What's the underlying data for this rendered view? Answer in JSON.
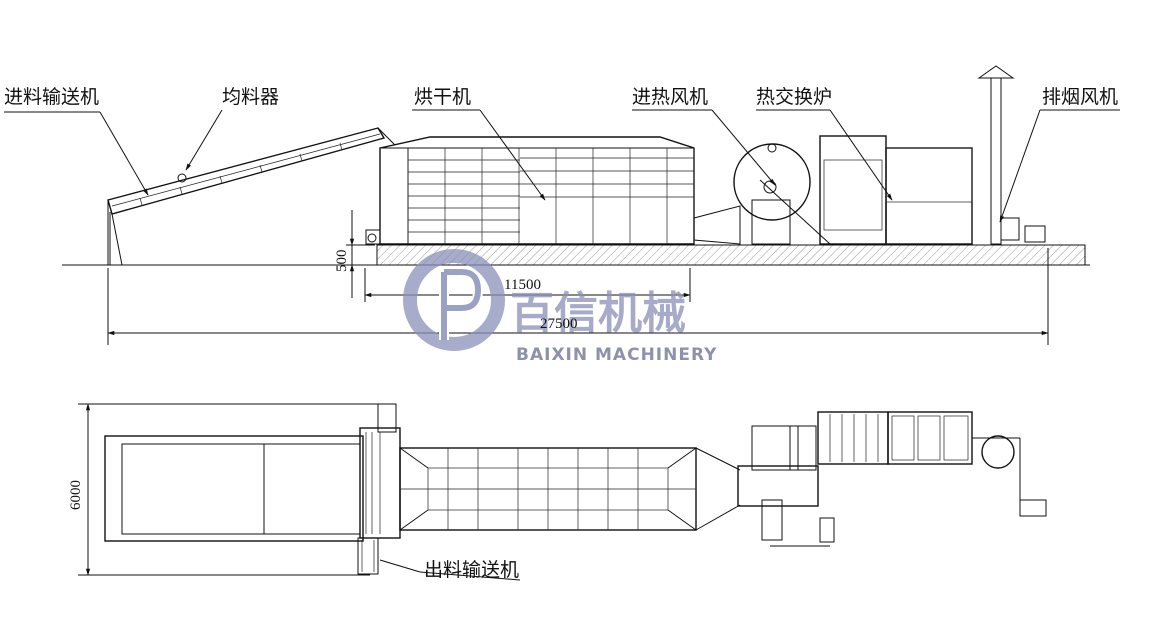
{
  "labels": {
    "feed_conveyor": "进料输送机",
    "distributor": "均料器",
    "dryer": "烘干机",
    "inlet_fan": "进热风机",
    "heat_exchanger": "热交换炉",
    "exhaust_fan": "排烟风机",
    "discharge_conveyor": "出料输送机"
  },
  "dimensions": {
    "height_500": "500",
    "length_11500": "11500",
    "length_27500": "27500",
    "width_6000": "6000"
  },
  "watermark": {
    "brand_cn": "百信机械",
    "brand_en": "BAIXIN MACHINERY",
    "color": "#8a90b8"
  }
}
